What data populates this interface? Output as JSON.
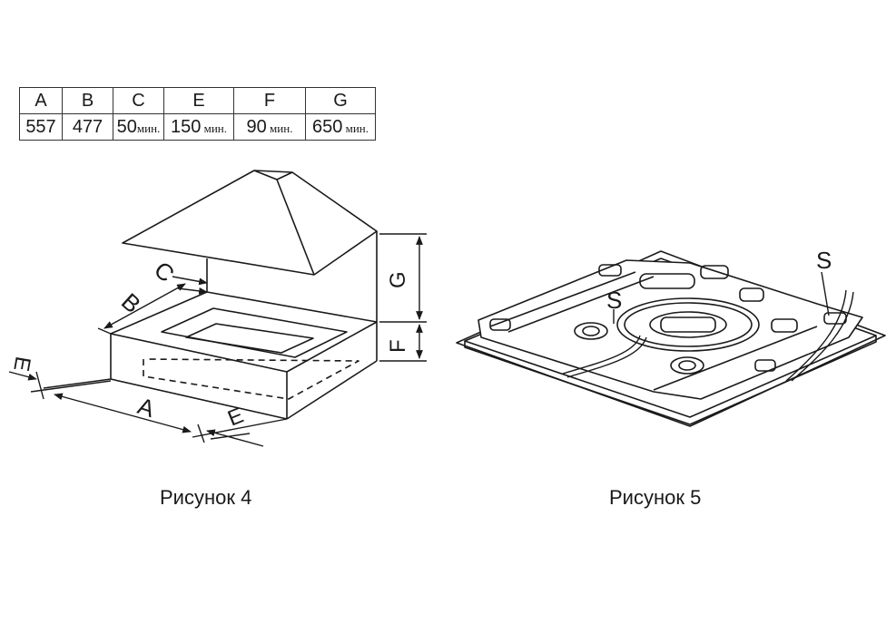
{
  "table": {
    "headers": [
      "A",
      "B",
      "C",
      "E",
      "F",
      "G"
    ],
    "values": [
      {
        "num": "557",
        "unit": ""
      },
      {
        "num": "477",
        "unit": ""
      },
      {
        "num": "50",
        "unit": "мин."
      },
      {
        "num": "150",
        "unit": " мин."
      },
      {
        "num": "90",
        "unit": " мин."
      },
      {
        "num": "650",
        "unit": " мин."
      }
    ]
  },
  "figure4": {
    "caption": "Рисунок 4",
    "labels": {
      "a": "A",
      "b": "B",
      "c": "C",
      "e_left": "E",
      "e_right": "E",
      "f": "F",
      "g": "G"
    }
  },
  "figure5": {
    "caption": "Рисунок 5",
    "labels": {
      "s_left": "S",
      "s_right": "S"
    }
  }
}
